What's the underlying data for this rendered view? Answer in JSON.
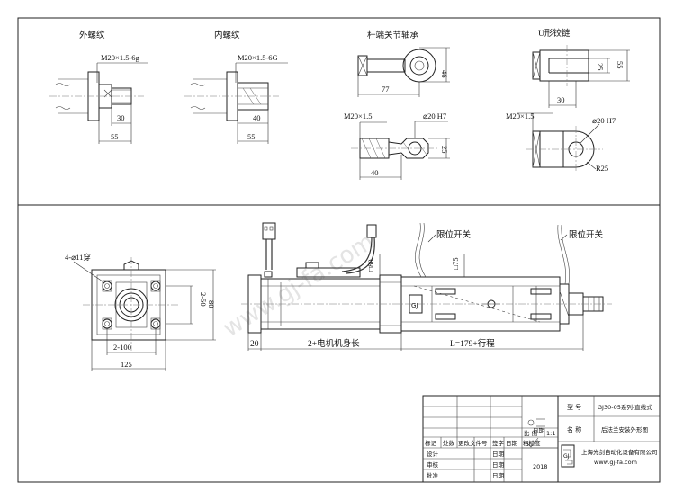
{
  "top_views": {
    "external_thread": {
      "title": "外螺纹",
      "spec": "M20×1.5-6g",
      "dim_30": "30",
      "dim_55": "55"
    },
    "internal_thread": {
      "title": "内螺纹",
      "spec": "M20×1.5-6G",
      "dim_40": "40",
      "dim_55": "55"
    },
    "rod_end": {
      "title": "杆端关节轴承",
      "dim_46": "46",
      "dim_77": "77",
      "spec": "M20×1.5",
      "hole": "⌀20 H7",
      "dim_25": "25",
      "dim_40": "40"
    },
    "clevis": {
      "title": "U形铰链",
      "dim_25": "25",
      "dim_55": "55",
      "dim_30": "30",
      "spec": "M20×1.5",
      "hole": "⌀20 H7",
      "radius": "R25"
    }
  },
  "flange_view": {
    "holes": "4-⌀11穿",
    "dim_2_50": "2-50",
    "dim_80": "80",
    "dim_2_100": "2-100",
    "dim_125": "125"
  },
  "main_view": {
    "limit_switch_left": "限位开关",
    "limit_switch_right": "限位开关",
    "square_80": "□80",
    "square_75": "□75",
    "dim_20": "20",
    "motor_length": "2+电机机身长",
    "stroke_length": "L=179+行程",
    "logo_glyph": "GJ"
  },
  "watermark": "www.gj-fa.com",
  "title_block": {
    "model_label": "型 号",
    "model_value": "GJ30-05系列-直线式",
    "scale_label": "比 例",
    "scale_value": "1:1",
    "name_label": "名 称",
    "name_value": "后法兰安装外形图",
    "row_labels": [
      "标记",
      "处数",
      "更改文件号",
      "签字",
      "日期",
      "粗糙度"
    ],
    "design": "设计",
    "review": "审核",
    "approve": "批准",
    "date_label": "日期",
    "year": "2018",
    "company": "上海光剑自动化设备有限公司",
    "website": "www.gj-fa.com",
    "logo": "GJ"
  }
}
